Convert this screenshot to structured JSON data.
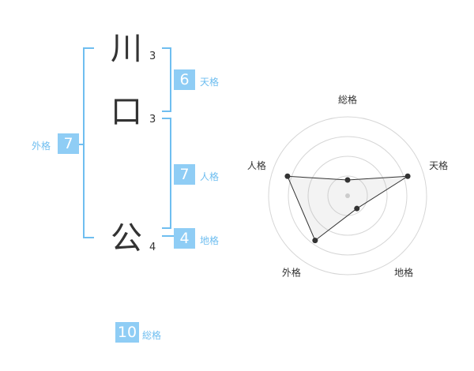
{
  "name": {
    "chars": [
      {
        "char": "川",
        "strokes": "3"
      },
      {
        "char": "口",
        "strokes": "3"
      },
      {
        "char": "公",
        "strokes": "4"
      }
    ]
  },
  "grids": {
    "tenkaku": {
      "value": "6",
      "label": "天格"
    },
    "jinkaku": {
      "value": "7",
      "label": "人格"
    },
    "chikaku": {
      "value": "4",
      "label": "地格"
    },
    "gaikaku": {
      "value": "7",
      "label": "外格"
    },
    "soukaku": {
      "value": "10",
      "label": "総格"
    }
  },
  "colors": {
    "accent": "#8fcdf5",
    "bracket": "#6fbef0",
    "text": "#333333"
  },
  "chart_data": {
    "type": "radar",
    "axes": [
      "総格",
      "天格",
      "地格",
      "外格",
      "人格"
    ],
    "values": [
      0.2,
      0.8,
      0.2,
      0.7,
      0.8
    ],
    "rings": 4
  }
}
